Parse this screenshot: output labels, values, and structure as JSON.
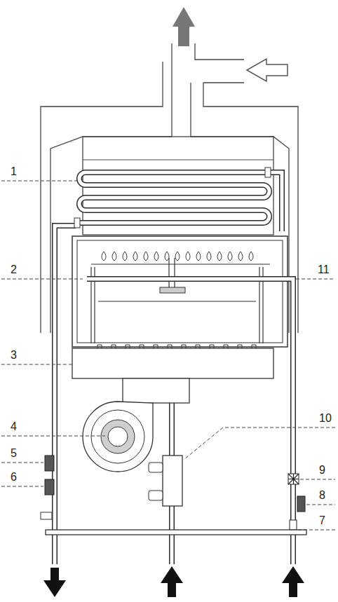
{
  "diagram": {
    "labels": [
      "1",
      "2",
      "11",
      "3",
      "10",
      "4",
      "5",
      "6",
      "9",
      "8",
      "7"
    ]
  }
}
